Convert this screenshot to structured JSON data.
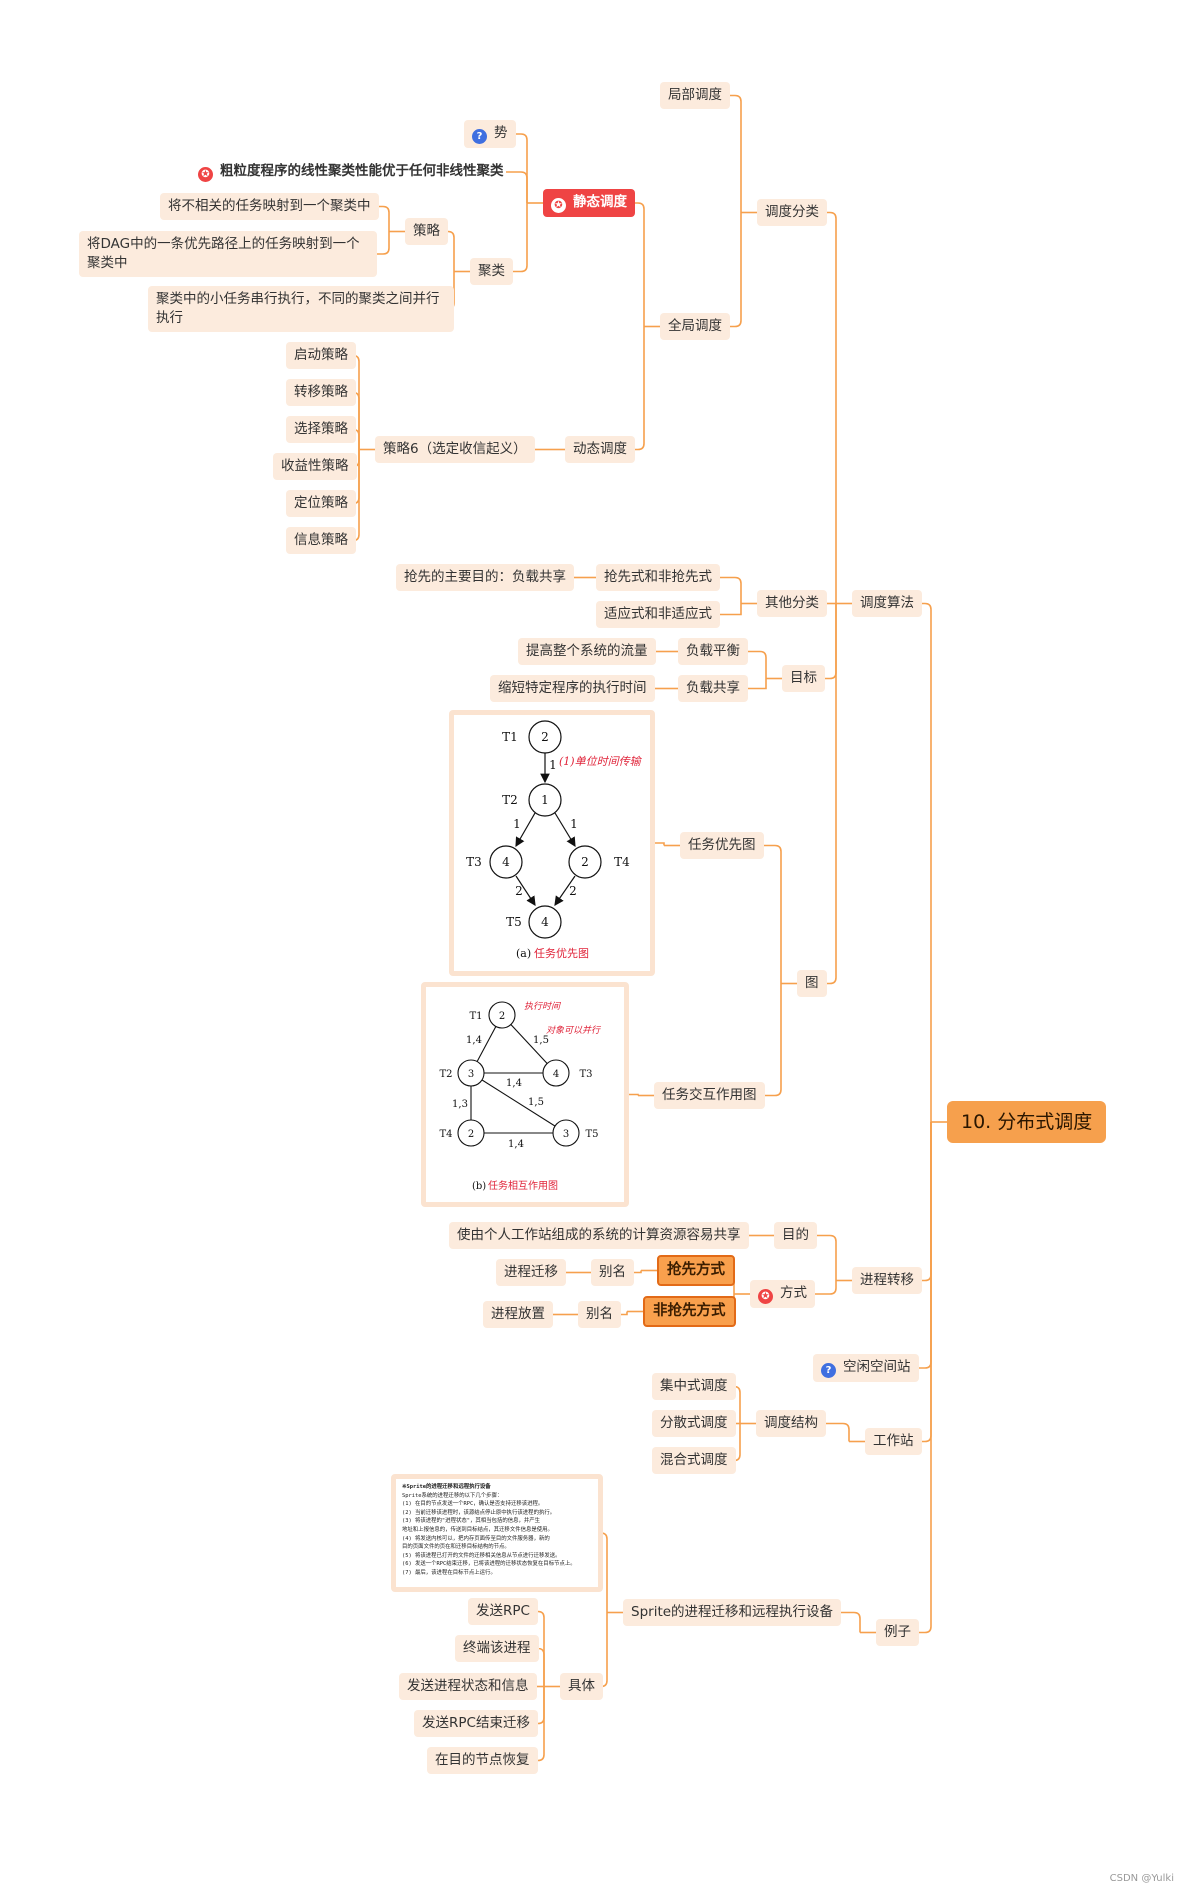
{
  "root": "10. 分布式调度",
  "nodes": {
    "local": "局部调度",
    "shi": "势",
    "coarse": "粗粒度程序的线性聚类性能优于任何非线性聚类",
    "static": "静态调度",
    "map1": "将不相关的任务映射到一个聚类中",
    "strategy": "策略",
    "map2": "将DAG中的一条优先路径上的任务映射到一个聚类中",
    "cluster": "聚类",
    "serial": "聚类中的小任务串行执行，不同的聚类之间并行执行",
    "sched_class": "调度分类",
    "global": "全局调度",
    "start_p": "启动策略",
    "transfer_p": "转移策略",
    "select_p": "选择策略",
    "profit_p": "收益性策略",
    "locate_p": "定位策略",
    "info_p": "信息策略",
    "policy6": "策略6（选定收信起义）",
    "dynamic": "动态调度",
    "preempt_goal": "抢先的主要目的：负载共享",
    "preempt": "抢先式和非抢先式",
    "other_class": "其他分类",
    "sched_algo": "调度算法",
    "adaptive": "适应式和非适应式",
    "throughput": "提高整个系统的流量",
    "balance": "负载平衡",
    "goal": "目标",
    "shorten": "缩短特定程序的执行时间",
    "share": "负载共享",
    "prec_graph": "任务优先图",
    "graph": "图",
    "inter_graph": "任务交互作用图",
    "purpose": "目的",
    "share_res": "使由个人工作站组成的系统的计算资源容易共享",
    "migrate": "进程迁移",
    "alias1": "别名",
    "preemptive": "抢先方式",
    "method": "方式",
    "proc_migration": "进程转移",
    "placement": "进程放置",
    "alias2": "别名",
    "nonpreemptive": "非抢先方式",
    "idle_ws": "空闲空间站",
    "central": "集中式调度",
    "distrib": "分散式调度",
    "sched_struct": "调度结构",
    "workstation": "工作站",
    "hybrid": "混合式调度",
    "sprite": "Sprite的进程迁移和远程执行设备",
    "example": "例子",
    "send_rpc": "发送RPC",
    "terminate": "终端该进程",
    "send_state": "发送进程状态和信息",
    "concrete": "具体",
    "send_end": "发送RPC结束迁移",
    "restore": "在目的节点恢复"
  },
  "figure_a": {
    "caption_num": "(a)",
    "caption": "任务优先图",
    "task_labels": [
      "T1",
      "T2",
      "T3",
      "T4",
      "T5"
    ],
    "node_values": [
      "2",
      "1",
      "4",
      "2",
      "4"
    ],
    "edge_weights": [
      "1",
      "1",
      "1",
      "2",
      "2"
    ],
    "note": "(1)单位时间传输"
  },
  "figure_b": {
    "caption_num": "(b)",
    "caption": "任务相互作用图",
    "task_labels": [
      "T1",
      "T2",
      "T3",
      "T4",
      "T5"
    ],
    "node_values": [
      "2",
      "3",
      "4",
      "2",
      "3"
    ],
    "edge_weights": [
      "1,4",
      "1,5",
      "1,4",
      "1,3",
      "1,5",
      "1,4"
    ],
    "note1": "执行时间",
    "note2": "对象可以并行"
  },
  "sprite_note": {
    "title": "※Sprite的进程迁移和远程执行设备",
    "lines": [
      "Sprite系统的进程迁移的以下几个步骤：",
      "(1) 在目的节点发送一个RPC，确认是否支持迁移该进程。",
      "(2) 当前迁移该进程时，该源结点停止原中执行该进程的执行。",
      "(3) 将该进程的\"进程状态\"，其相当包括的信息，并产生",
      "地址和上报信息的，传送到目标结点，其迁移文件信息是使用。",
      "(4) 将发送内核可以，把内存页面传至目的文件服务器，新的",
      "目的页面文件的页在和迁移目标结构的节点。",
      "(5) 将该进程已打开的文件的迁移相关信息从节点进行迁移发送。",
      "(6) 发送一个RPC结束迁移，已将该进程的迁移状态恢复在目标节点上。",
      "(7) 最后，该进程在目标节点上运行。"
    ]
  },
  "credit": "CSDN @Yulki",
  "colors": {
    "link": "#f6a04d",
    "node_bg": "#fcebdd",
    "root_bg": "#f6a04d",
    "accent_red": "#ef4444",
    "question_blue": "#3f6fe0"
  }
}
